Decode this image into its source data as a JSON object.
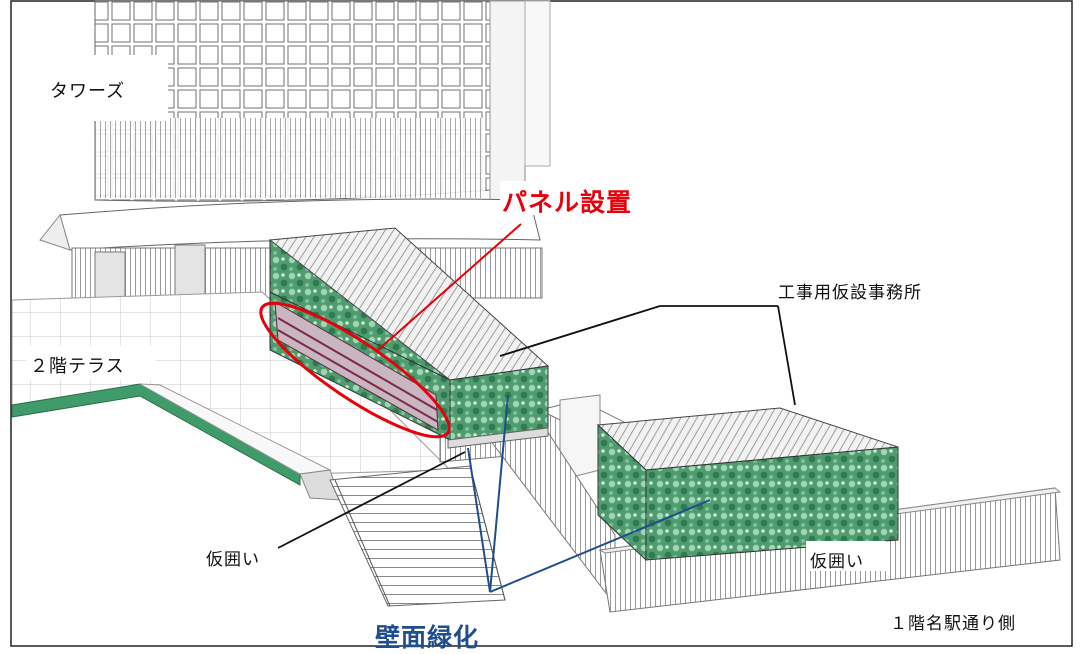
{
  "labels": {
    "towers": "タワーズ",
    "terrace": "２階テラス",
    "panel": "パネル設置",
    "office": "工事用仮設事務所",
    "fence_left": "仮囲い",
    "fence_right": "仮囲い",
    "green_wall": "壁面緑化",
    "station_side": "１階名駅通り側"
  },
  "colors": {
    "panel_highlight": "#e8000b",
    "green_wall_label": "#1f4e8c",
    "greenery": "#3f9c6a",
    "outline": "#222222"
  }
}
